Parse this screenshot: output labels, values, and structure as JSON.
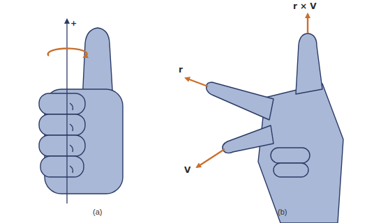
{
  "diagram": {
    "labels": [
      "+",
      "r",
      "V",
      "r × V",
      "(a)",
      "(b)"
    ]
  }
}
